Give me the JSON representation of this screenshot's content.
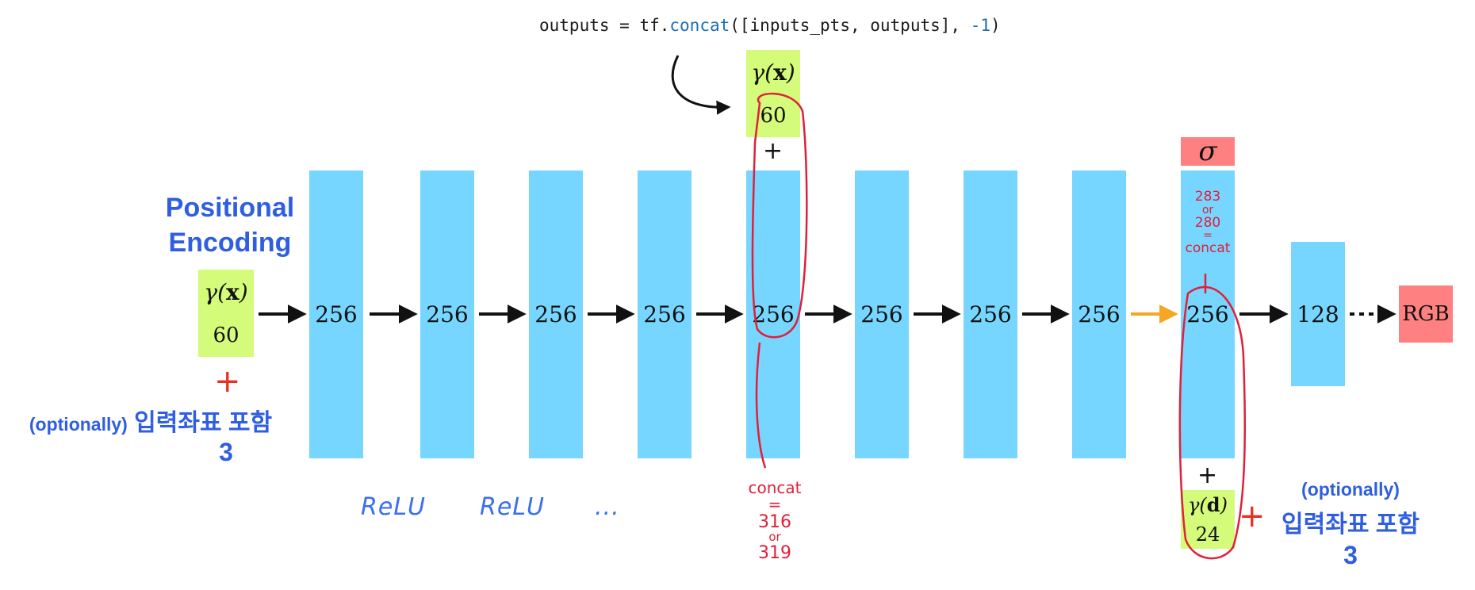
{
  "code": {
    "lhs": "outputs",
    "eq": " = ",
    "tf": "tf.",
    "fn": "concat",
    "args": "([inputs_pts, outputs], ",
    "neg": "-1",
    "close": ")"
  },
  "left_label": {
    "title_line1": "Positional",
    "title_line2": "Encoding",
    "optionally": "(optionally)",
    "include": "입력좌표 포함",
    "three": "3"
  },
  "input_box": {
    "gamma": "γ(",
    "var": "x",
    "close": ")",
    "dim": "60"
  },
  "skip_box": {
    "gamma": "γ(",
    "var": "x",
    "close": ")",
    "dim": "60"
  },
  "dir_box": {
    "gamma": "γ(",
    "var": "d",
    "close": ")",
    "dim": "24"
  },
  "layers": [
    "256",
    "256",
    "256",
    "256",
    "256",
    "256",
    "256",
    "256",
    "256",
    "128"
  ],
  "sigma": "σ",
  "rgb": "RGB",
  "plus": "+",
  "red_plus": "+",
  "activations": [
    "ReLU",
    "ReLU",
    "..."
  ],
  "annotation_concat_mid": [
    "concat",
    "=",
    "316",
    "or",
    "319"
  ],
  "annotation_concat_sigma": [
    "283",
    "or",
    "280",
    "=",
    "concat"
  ],
  "right_label": {
    "optionally": "(optionally)",
    "include": "입력좌표 포함",
    "three": "3"
  },
  "colors": {
    "layer": "#76d6ff",
    "gamma_box": "#d4fb79",
    "output_box": "#ff8080",
    "highlight_arrow": "#f5a623",
    "annotation_red": "#e0203a",
    "label_blue": "#2f5ee0"
  }
}
